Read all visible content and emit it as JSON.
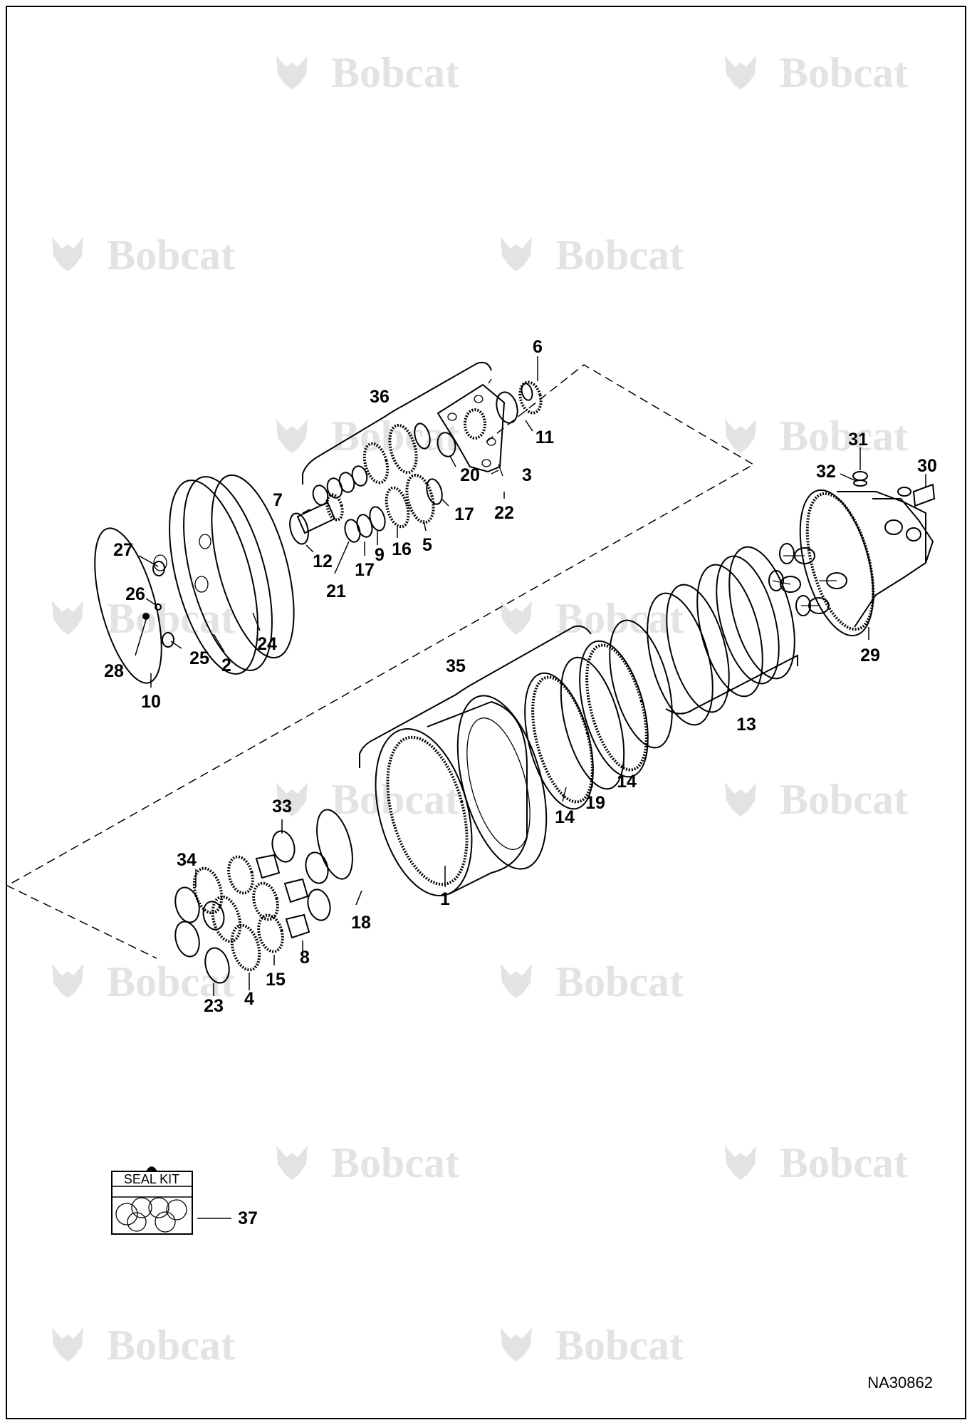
{
  "watermark": {
    "brand": "Bobcat",
    "color": "#e3e3e3",
    "icon": "bobcat-head-icon"
  },
  "drawing_number": "NA30862",
  "seal_kit": {
    "label": "SEAL KIT",
    "callout": "37"
  },
  "callouts": {
    "c1": "1",
    "c2": "2",
    "c3": "3",
    "c4": "4",
    "c5": "5",
    "c6": "6",
    "c7": "7",
    "c8": "8",
    "c9": "9",
    "c10": "10",
    "c11": "11",
    "c12": "12",
    "c13": "13",
    "c14a": "14",
    "c14b": "14",
    "c15": "15",
    "c16": "16",
    "c17a": "17",
    "c17b": "17",
    "c18": "18",
    "c19": "19",
    "c20": "20",
    "c21": "21",
    "c22": "22",
    "c23": "23",
    "c24": "24",
    "c25": "25",
    "c26": "26",
    "c27": "27",
    "c28": "28",
    "c29": "29",
    "c30": "30",
    "c31": "31",
    "c32": "32",
    "c33": "33",
    "c34": "34",
    "c35": "35",
    "c36": "36"
  }
}
